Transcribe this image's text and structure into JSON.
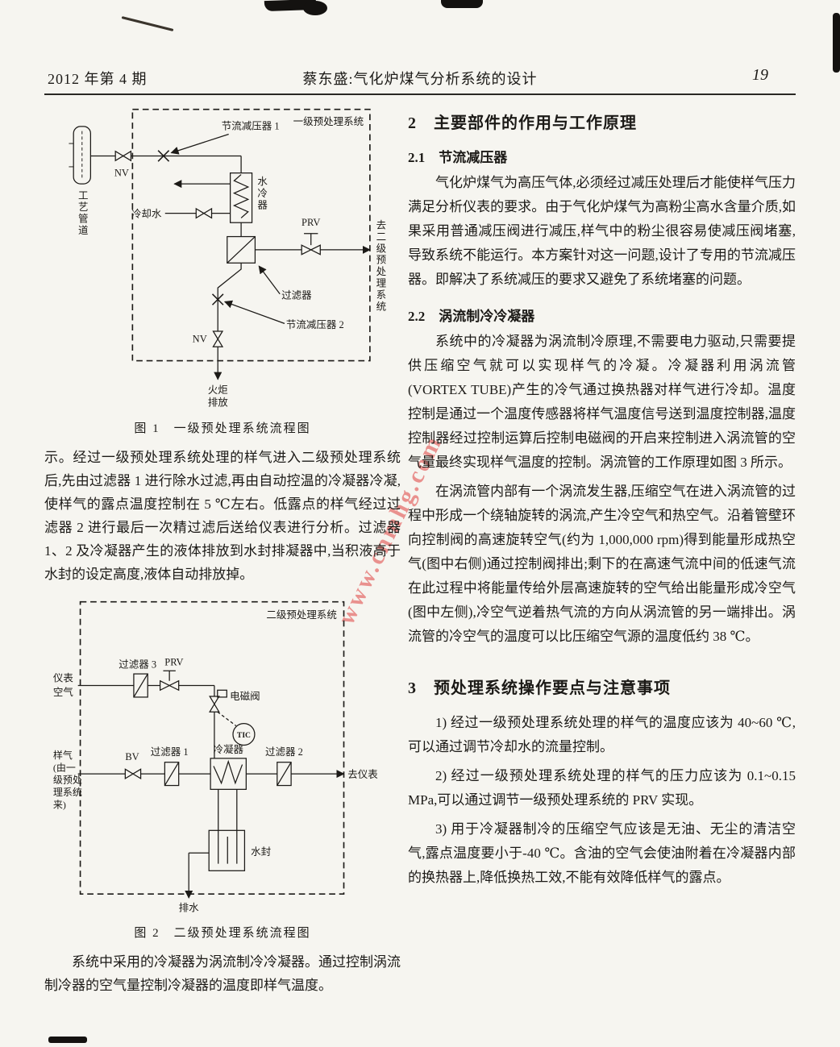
{
  "header": {
    "issue": "2012 年第 4 期",
    "running_title": "蔡东盛:气化炉煤气分析系统的设计",
    "page_number": "19"
  },
  "watermark": {
    "text": "www.cnmhg.com",
    "color": "#de3e3e"
  },
  "figure1": {
    "system_label": "一级预处理系统",
    "throttle1_label": "节流减压器 1",
    "nv1_label": "NV",
    "process_pipe_label": "工艺管道",
    "water_cooler_label": "水冷器",
    "cooling_water_label": "冷却水",
    "prv_label": "PRV",
    "to_secondary_label": "去二级预处理系统",
    "filter_label": "过滤器",
    "throttle2_label": "节流减压器 2",
    "nv2_label": "NV",
    "flare_line1": "火炬",
    "flare_line2": "排放",
    "caption": "图 1　一级预处理系统流程图"
  },
  "left_text": {
    "paragraph1": "示。经过一级预处理系统处理的样气进入二级预处理系统后,先由过滤器 1 进行除水过滤,再由自动控温的冷凝器冷凝,使样气的露点温度控制在 5 ℃左右。低露点的样气经过过滤器 2 进行最后一次精过滤后送给仪表进行分析。过滤器 1、2 及冷凝器产生的液体排放到水封排凝器中,当积液高于水封的设定高度,液体自动排放掉。",
    "paragraph2": "系统中采用的冷凝器为涡流制冷冷凝器。通过控制涡流制冷器的空气量控制冷凝器的温度即样气温度。"
  },
  "figure2": {
    "system_label": "二级预处理系统",
    "filter3_label": "过滤器 3",
    "prv_label": "PRV",
    "instrument_air_line1": "仪表",
    "instrument_air_line2": "空气",
    "solenoid_label": "电磁阀",
    "tic_label": "TIC",
    "sample_gas_lines": [
      "样气",
      "(由一",
      "级预处",
      "理系统",
      "来)"
    ],
    "bv_label": "BV",
    "filter1_label": "过滤器 1",
    "condenser_label": "冷凝器",
    "filter2_label": "过滤器 2",
    "to_instrument_label": "去仪表",
    "water_seal_label": "水封",
    "drain_label": "排水",
    "caption": "图 2　二级预处理系统流程图"
  },
  "section2": {
    "heading": "2　主要部件的作用与工作原理",
    "sub1_heading": "2.1　节流减压器",
    "sub1_para": "气化炉煤气为高压气体,必须经过减压处理后才能使样气压力满足分析仪表的要求。由于气化炉煤气为高粉尘高水含量介质,如果采用普通减压阀进行减压,样气中的粉尘很容易使减压阀堵塞,导致系统不能运行。本方案针对这一问题,设计了专用的节流减压器。即解决了系统减压的要求又避免了系统堵塞的问题。",
    "sub2_heading": "2.2　涡流制冷冷凝器",
    "sub2_para1": "系统中的冷凝器为涡流制冷原理,不需要电力驱动,只需要提供压缩空气就可以实现样气的冷凝。冷凝器利用涡流管(VORTEX TUBE)产生的冷气通过换热器对样气进行冷却。温度控制是通过一个温度传感器将样气温度信号送到温度控制器,温度控制器经过控制运算后控制电磁阀的开启来控制进入涡流管的空气量最终实现样气温度的控制。涡流管的工作原理如图 3 所示。",
    "sub2_para2": "在涡流管内部有一个涡流发生器,压缩空气在进入涡流管的过程中形成一个绕轴旋转的涡流,产生冷空气和热空气。沿着管壁环向控制阀的高速旋转空气(约为 1,000,000 rpm)得到能量形成热空气(图中右侧)通过控制阀排出;剩下的在高速气流中间的低速气流在此过程中将能量传给外层高速旋转的空气给出能量形成冷空气(图中左侧),冷空气逆着热气流的方向从涡流管的另一端排出。涡流管的冷空气的温度可以比压缩空气源的温度低约 38 ℃。"
  },
  "section3": {
    "heading": "3　预处理系统操作要点与注意事项",
    "items": [
      "1) 经过一级预处理系统处理的样气的温度应该为 40~60 ℃,可以通过调节冷却水的流量控制。",
      "2) 经过一级预处理系统处理的样气的压力应该为 0.1~0.15 MPa,可以通过调节一级预处理系统的 PRV 实现。",
      "3) 用于冷凝器制冷的压缩空气应该是无油、无尘的清洁空气,露点温度要小于-40 ℃。含油的空气会使油附着在冷凝器内部的换热器上,降低换热工效,不能有效降低样气的露点。"
    ]
  }
}
